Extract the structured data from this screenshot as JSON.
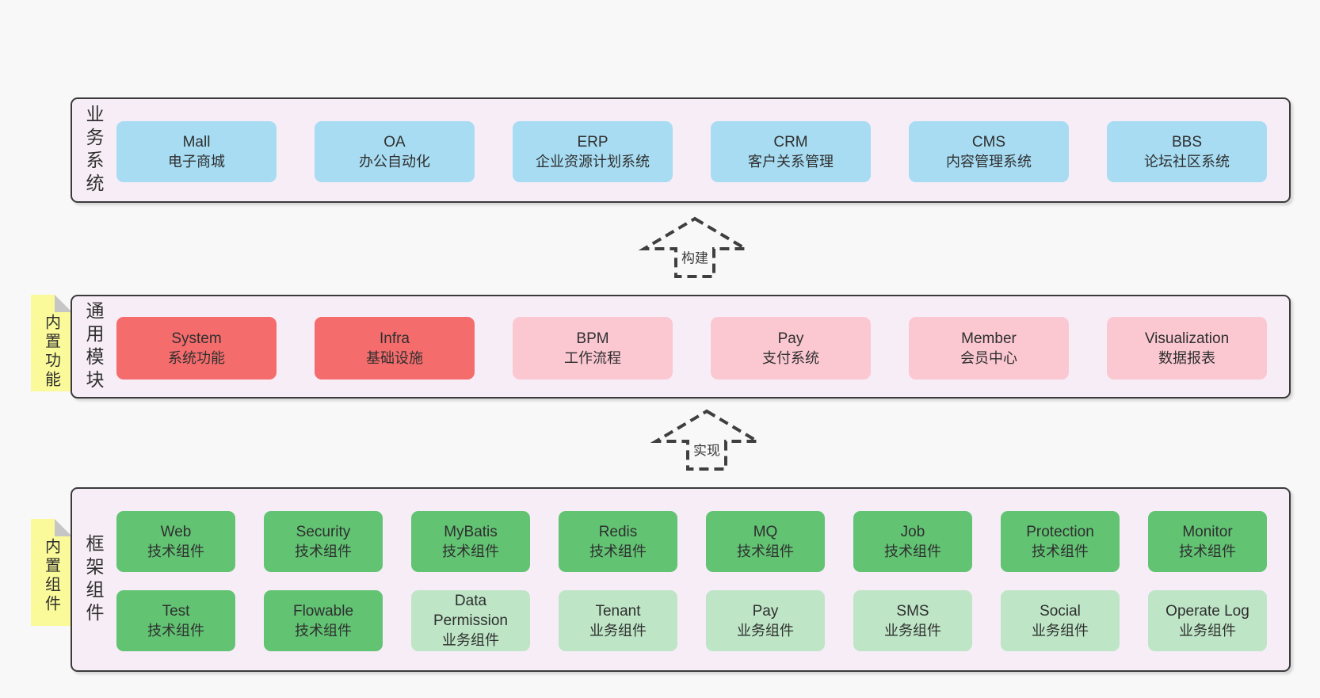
{
  "colors": {
    "page_bg": "#f8f8f8",
    "band_bg": "#f7edf6",
    "border": "#3b3b3b",
    "text": "#2f2f2f",
    "tag_bg": "#fafa9a",
    "tag_fold": "#c6c6c6",
    "blue": "#a7dcf2",
    "red": "#f56c6c",
    "pink": "#fbc8d2",
    "green": "#62c373",
    "green_light": "#bee5c6"
  },
  "tags": [
    {
      "label": "内置功能"
    },
    {
      "label": "内置组件"
    }
  ],
  "arrows": [
    {
      "label": "构建"
    },
    {
      "label": "实现"
    }
  ],
  "bands": [
    {
      "name": "business-systems",
      "label": "业务系统",
      "rows": [
        [
          {
            "en": "Mall",
            "zh": "电子商城",
            "color": "blue"
          },
          {
            "en": "OA",
            "zh": "办公自动化",
            "color": "blue"
          },
          {
            "en": "ERP",
            "zh": "企业资源计划系统",
            "color": "blue"
          },
          {
            "en": "CRM",
            "zh": "客户关系管理",
            "color": "blue"
          },
          {
            "en": "CMS",
            "zh": "内容管理系统",
            "color": "blue"
          },
          {
            "en": "BBS",
            "zh": "论坛社区系统",
            "color": "blue"
          }
        ]
      ]
    },
    {
      "name": "common-modules",
      "label": "通用模块",
      "rows": [
        [
          {
            "en": "System",
            "zh": "系统功能",
            "color": "red"
          },
          {
            "en": "Infra",
            "zh": "基础设施",
            "color": "red"
          },
          {
            "en": "BPM",
            "zh": "工作流程",
            "color": "pink"
          },
          {
            "en": "Pay",
            "zh": "支付系统",
            "color": "pink"
          },
          {
            "en": "Member",
            "zh": "会员中心",
            "color": "pink"
          },
          {
            "en": "Visualization",
            "zh": "数据报表",
            "color": "pink"
          }
        ]
      ]
    },
    {
      "name": "framework-components",
      "label": "框架组件",
      "rows": [
        [
          {
            "en": "Web",
            "zh": "技术组件",
            "color": "green"
          },
          {
            "en": "Security",
            "zh": "技术组件",
            "color": "green"
          },
          {
            "en": "MyBatis",
            "zh": "技术组件",
            "color": "green"
          },
          {
            "en": "Redis",
            "zh": "技术组件",
            "color": "green"
          },
          {
            "en": "MQ",
            "zh": "技术组件",
            "color": "green"
          },
          {
            "en": "Job",
            "zh": "技术组件",
            "color": "green"
          },
          {
            "en": "Protection",
            "zh": "技术组件",
            "color": "green"
          },
          {
            "en": "Monitor",
            "zh": "技术组件",
            "color": "green"
          }
        ],
        [
          {
            "en": "Test",
            "zh": "技术组件",
            "color": "green"
          },
          {
            "en": "Flowable",
            "zh": "技术组件",
            "color": "green"
          },
          {
            "en": "Data Permission",
            "zh": "业务组件",
            "color": "green_light"
          },
          {
            "en": "Tenant",
            "zh": "业务组件",
            "color": "green_light"
          },
          {
            "en": "Pay",
            "zh": "业务组件",
            "color": "green_light"
          },
          {
            "en": "SMS",
            "zh": "业务组件",
            "color": "green_light"
          },
          {
            "en": "Social",
            "zh": "业务组件",
            "color": "green_light"
          },
          {
            "en": "Operate Log",
            "zh": "业务组件",
            "color": "green_light"
          }
        ]
      ]
    }
  ]
}
